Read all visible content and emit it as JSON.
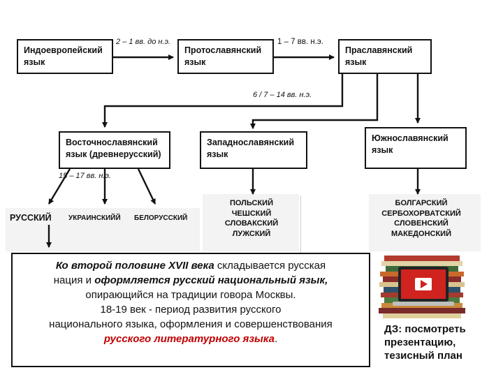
{
  "boxes": {
    "indo": [
      "Индоевропейский",
      "язык"
    ],
    "proto": [
      "Протославянский",
      "язык"
    ],
    "pra": [
      "Праславянский",
      "язык"
    ],
    "east": [
      "Восточнославянский",
      "язык (древнерусский)"
    ],
    "west": [
      "Западнославянский",
      "язык"
    ],
    "south": [
      "Южнославянский",
      "язык"
    ]
  },
  "labels": {
    "indo_proto": "2 – 1 вв. до н.э.",
    "proto_pra": "1 – 7 вв.  н.э.",
    "split": "6 / 7 – 14 вв.  н.э.",
    "east_split": "15 – 17 вв.      н.э."
  },
  "languages": {
    "east": [
      "РУССКИЙ",
      "УКРАИНСКИЙЙ",
      "БЕЛОРУССКИЙ"
    ],
    "west": [
      "ПОЛЬСКИЙ",
      "ЧЕШСКИЙ",
      "СЛОВАКСКИЙ",
      "ЛУЖСКИЙ"
    ],
    "south": [
      "БОЛГАРСКИЙ",
      "СЕРБОХОРВАТСКИЙ",
      "СЛОВЕНСКИЙ",
      "МАКЕДОНСКИЙ"
    ]
  },
  "info": {
    "p1_em": "Ко второй половине XVII века",
    "p1_rest": " складывается русская",
    "p2_a": "нация и ",
    "p2_em": "оформляется русский национальный язык,",
    "p3": "опирающийся на традиции говора Москвы.",
    "p4": "18-19 век - период развития русского",
    "p5": "национального языка, оформления и совершенствования",
    "p6_red": "русского литературного языка",
    "p6_end": "."
  },
  "homework": [
    "ДЗ: посмотреть",
    "презентацию,",
    "тезисный план"
  ],
  "colors": {
    "accent_red": "#c00000",
    "laptop_screen": "#d0231f"
  },
  "illustration": "books-and-laptop-video-icon"
}
